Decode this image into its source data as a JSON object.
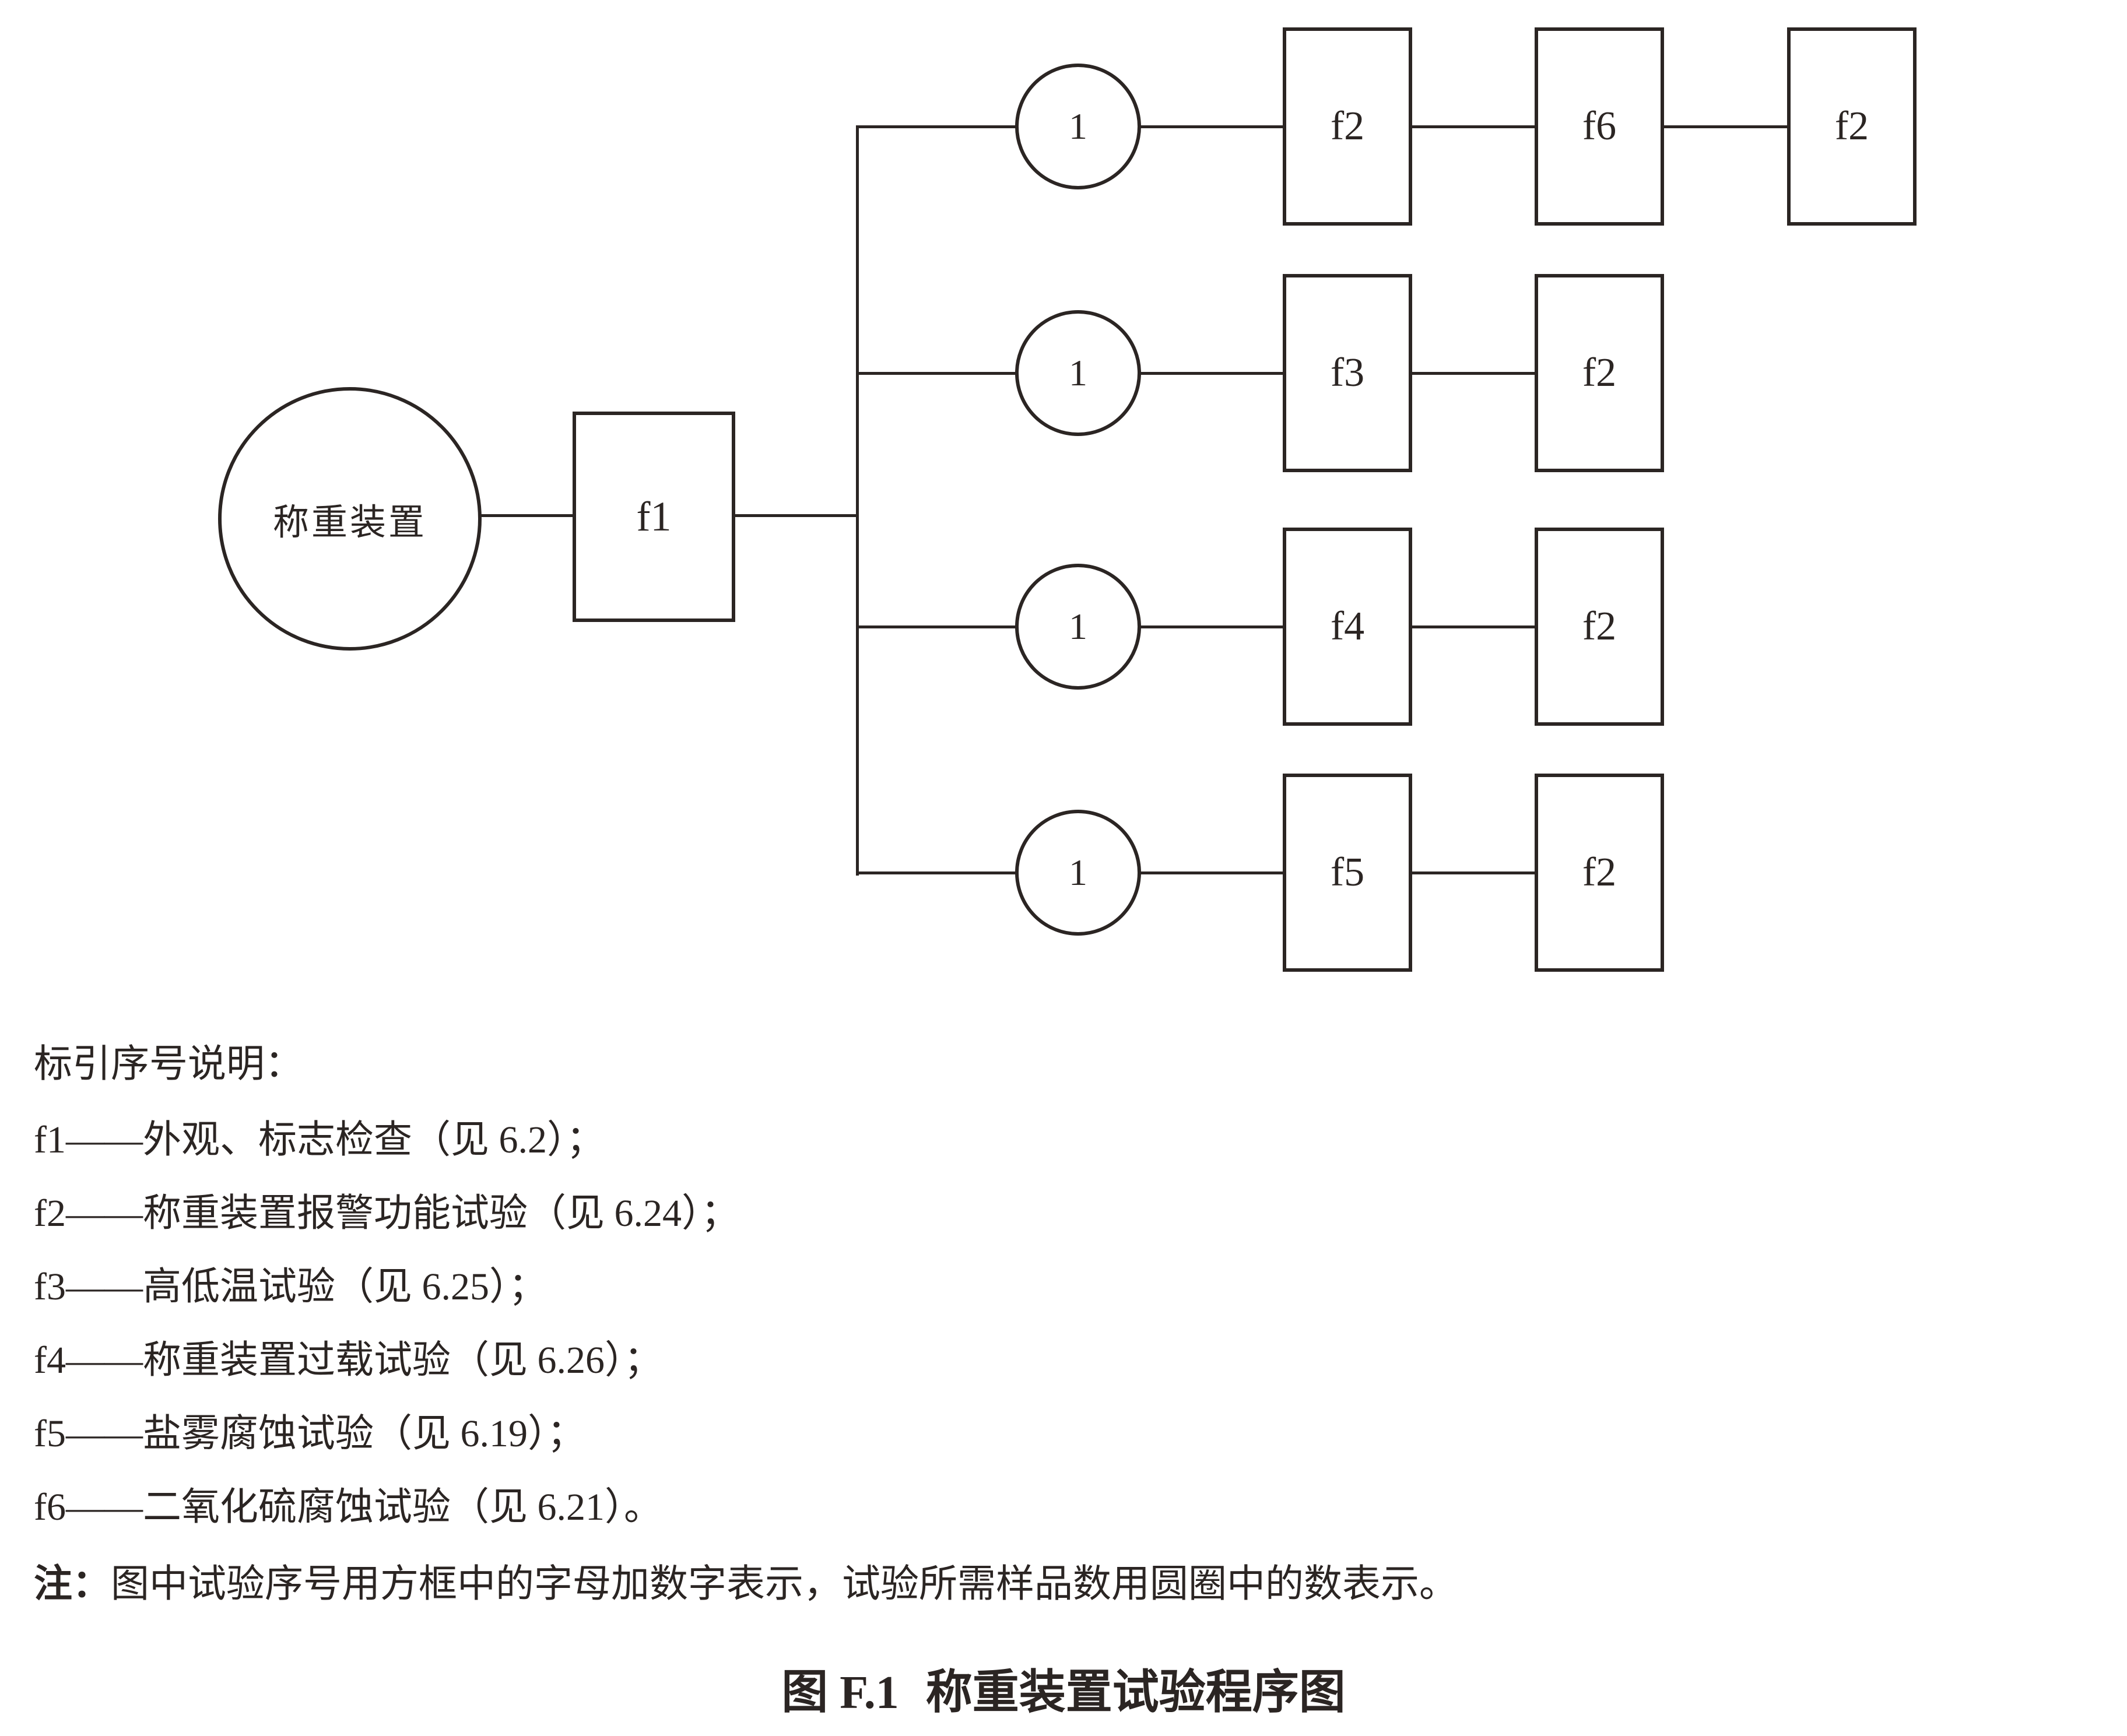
{
  "figure": {
    "root": {
      "label": "称重装置"
    },
    "f1": {
      "label": "f1"
    },
    "rows": [
      {
        "count": "1",
        "boxes": [
          "f2",
          "f6",
          "f2"
        ]
      },
      {
        "count": "1",
        "boxes": [
          "f3",
          "f2"
        ]
      },
      {
        "count": "1",
        "boxes": [
          "f4",
          "f2"
        ]
      },
      {
        "count": "1",
        "boxes": [
          "f5",
          "f2"
        ]
      }
    ]
  },
  "legend": {
    "heading": "标引序号说明：",
    "items": [
      "f1——外观、标志检查（见 6.2）；",
      "f2——称重装置报警功能试验（见 6.24）；",
      "f3——高低温试验（见 6.25）；",
      "f4——称重装置过载试验（见 6.26）；",
      "f5——盐雾腐蚀试验（见 6.19）；",
      "f6——二氧化硫腐蚀试验（见 6.21）。"
    ],
    "note_label": "注：",
    "note_text": "图中试验序号用方框中的字母加数字表示，试验所需样品数用圆圈中的数表示。"
  },
  "caption": {
    "prefix": "图 F.1",
    "title": "称重装置试验程序图"
  },
  "colors": {
    "ink": "#2b2523",
    "background": "#ffffff"
  }
}
